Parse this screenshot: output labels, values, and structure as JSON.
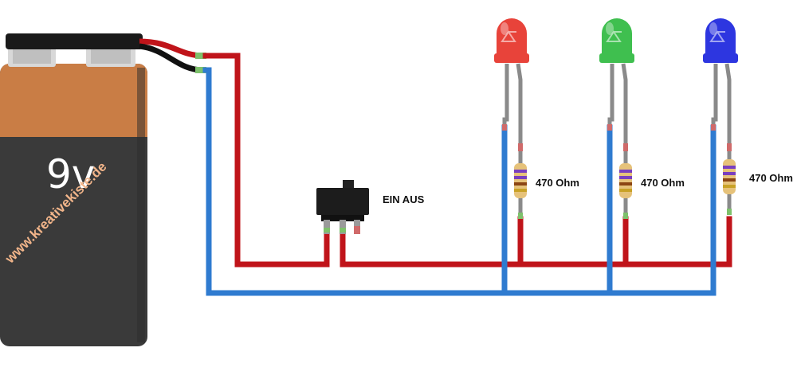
{
  "battery": {
    "voltage": "9v",
    "watermark": "www.kreativekiste.de"
  },
  "switch": {
    "label": "EIN AUS"
  },
  "leds": [
    {
      "color": "red",
      "body": "#e8433a",
      "resistor_label": "470 Ohm"
    },
    {
      "color": "green",
      "body": "#3fbf4f",
      "resistor_label": "470 Ohm"
    },
    {
      "color": "blue",
      "body": "#2d36e0",
      "resistor_label": "470 Ohm"
    }
  ],
  "colors": {
    "wire_red": "#c0141a",
    "wire_blue": "#2f7bd0",
    "battery_top": "#c97d45",
    "battery_bottom": "#3a3a3a"
  }
}
